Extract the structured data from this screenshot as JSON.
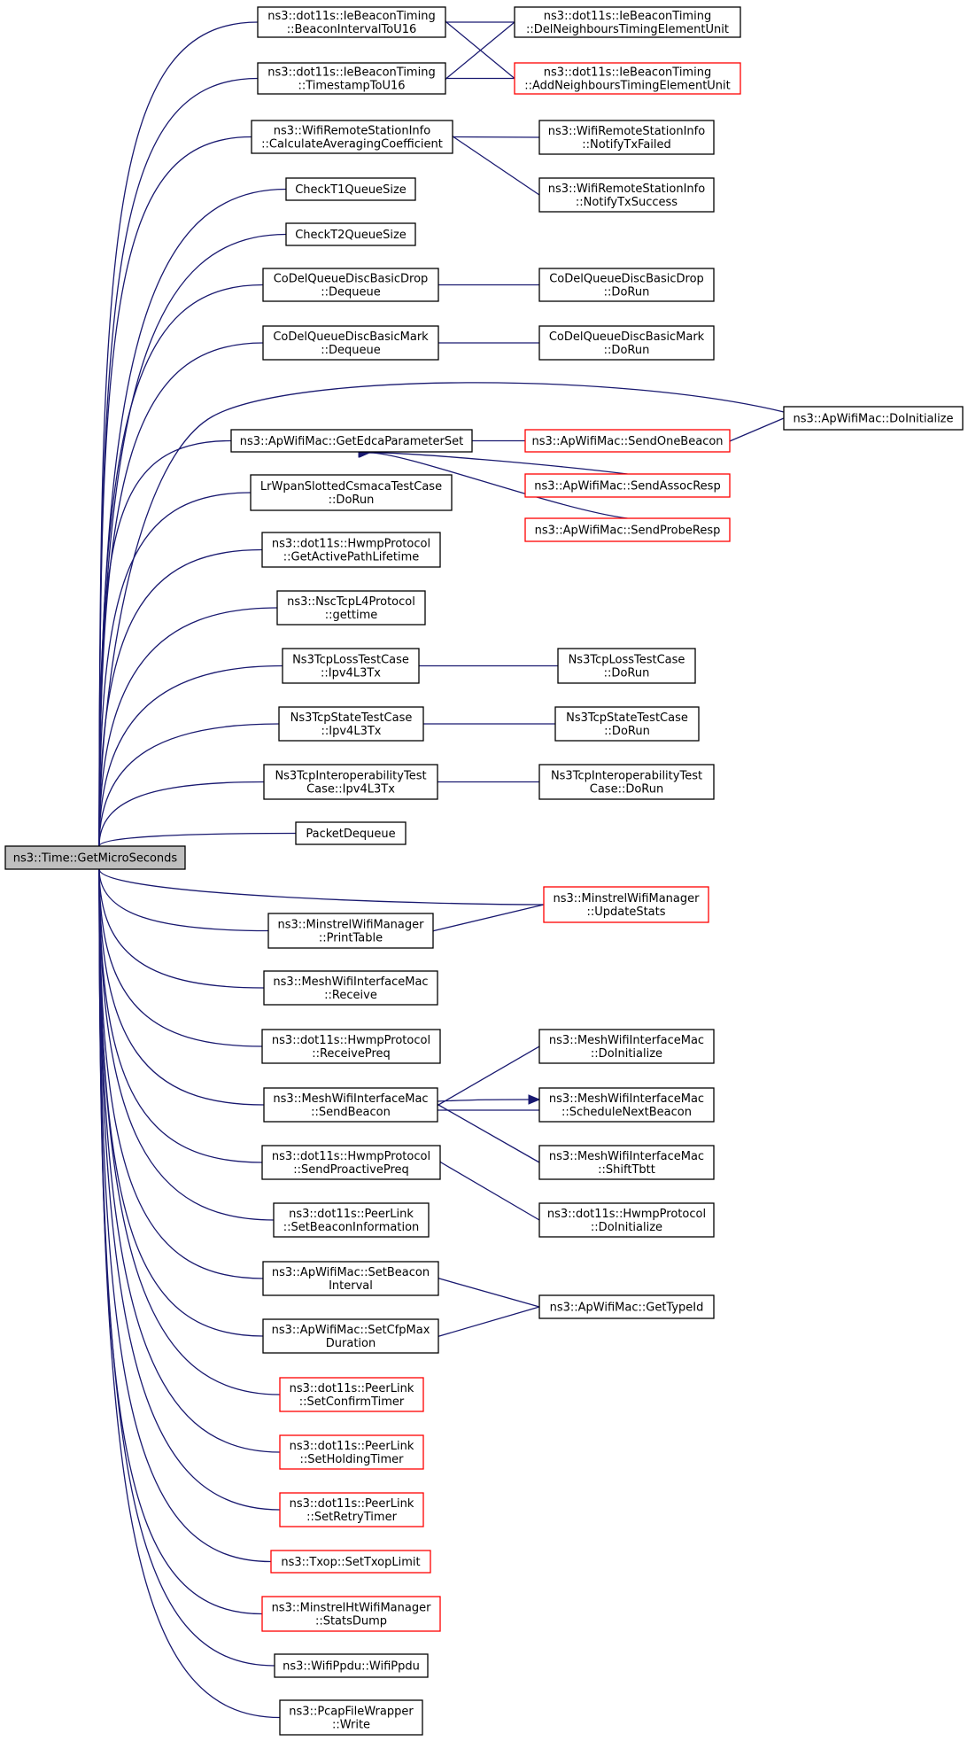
{
  "root": "ns3::Time::GetMicroSeconds",
  "nodes": [
    {
      "id": "root",
      "lines": [
        "ns3::Time::GetMicroSeconds"
      ],
      "style": "root"
    },
    {
      "id": "bitu16",
      "lines": [
        "ns3::dot11s::IeBeaconTiming",
        "::BeaconIntervalToU16"
      ],
      "style": "black"
    },
    {
      "id": "tsu16",
      "lines": [
        "ns3::dot11s::IeBeaconTiming",
        "::TimestampToU16"
      ],
      "style": "black"
    },
    {
      "id": "delneigh",
      "lines": [
        "ns3::dot11s::IeBeaconTiming",
        "::DelNeighboursTimingElementUnit"
      ],
      "style": "black"
    },
    {
      "id": "addneigh",
      "lines": [
        "ns3::dot11s::IeBeaconTiming",
        "::AddNeighboursTimingElementUnit"
      ],
      "style": "red"
    },
    {
      "id": "calcavg",
      "lines": [
        "ns3::WifiRemoteStationInfo",
        "::CalculateAveragingCoefficient"
      ],
      "style": "black"
    },
    {
      "id": "notifyfail",
      "lines": [
        "ns3::WifiRemoteStationInfo",
        "::NotifyTxFailed"
      ],
      "style": "black"
    },
    {
      "id": "notifysucc",
      "lines": [
        "ns3::WifiRemoteStationInfo",
        "::NotifyTxSuccess"
      ],
      "style": "black"
    },
    {
      "id": "checkt1",
      "lines": [
        "CheckT1QueueSize"
      ],
      "style": "black"
    },
    {
      "id": "checkt2",
      "lines": [
        "CheckT2QueueSize"
      ],
      "style": "black"
    },
    {
      "id": "codeldropdq",
      "lines": [
        "CoDelQueueDiscBasicDrop",
        "::Dequeue"
      ],
      "style": "black"
    },
    {
      "id": "codeldroprun",
      "lines": [
        "CoDelQueueDiscBasicDrop",
        "::DoRun"
      ],
      "style": "black"
    },
    {
      "id": "codelmarkdq",
      "lines": [
        "CoDelQueueDiscBasicMark",
        "::Dequeue"
      ],
      "style": "black"
    },
    {
      "id": "codelmarkrun",
      "lines": [
        "CoDelQueueDiscBasicMark",
        "::DoRun"
      ],
      "style": "black"
    },
    {
      "id": "apdoinit",
      "lines": [
        "ns3::ApWifiMac::DoInitialize"
      ],
      "style": "black"
    },
    {
      "id": "getedca",
      "lines": [
        "ns3::ApWifiMac::GetEdcaParameterSet"
      ],
      "style": "black"
    },
    {
      "id": "sendonebeacon",
      "lines": [
        "ns3::ApWifiMac::SendOneBeacon"
      ],
      "style": "red"
    },
    {
      "id": "sendassoc",
      "lines": [
        "ns3::ApWifiMac::SendAssocResp"
      ],
      "style": "red"
    },
    {
      "id": "sendprobe",
      "lines": [
        "ns3::ApWifiMac::SendProbeResp"
      ],
      "style": "red"
    },
    {
      "id": "lrwpan",
      "lines": [
        "LrWpanSlottedCsmacaTestCase",
        "::DoRun"
      ],
      "style": "black"
    },
    {
      "id": "hwmpgetactive",
      "lines": [
        "ns3::dot11s::HwmpProtocol",
        "::GetActivePathLifetime"
      ],
      "style": "black"
    },
    {
      "id": "nsctcp",
      "lines": [
        "ns3::NscTcpL4Protocol",
        "::gettime"
      ],
      "style": "black"
    },
    {
      "id": "losstx",
      "lines": [
        "Ns3TcpLossTestCase",
        "::Ipv4L3Tx"
      ],
      "style": "black"
    },
    {
      "id": "lossrun",
      "lines": [
        "Ns3TcpLossTestCase",
        "::DoRun"
      ],
      "style": "black"
    },
    {
      "id": "statetx",
      "lines": [
        "Ns3TcpStateTestCase",
        "::Ipv4L3Tx"
      ],
      "style": "black"
    },
    {
      "id": "staterun",
      "lines": [
        "Ns3TcpStateTestCase",
        "::DoRun"
      ],
      "style": "black"
    },
    {
      "id": "interoptx",
      "lines": [
        "Ns3TcpInteroperabilityTest",
        "Case::Ipv4L3Tx"
      ],
      "style": "black"
    },
    {
      "id": "interoprun",
      "lines": [
        "Ns3TcpInteroperabilityTest",
        "Case::DoRun"
      ],
      "style": "black"
    },
    {
      "id": "pktdq",
      "lines": [
        "PacketDequeue"
      ],
      "style": "black"
    },
    {
      "id": "minstrelupd",
      "lines": [
        "ns3::MinstrelWifiManager",
        "::UpdateStats"
      ],
      "style": "red"
    },
    {
      "id": "minstrelprint",
      "lines": [
        "ns3::MinstrelWifiManager",
        "::PrintTable"
      ],
      "style": "black"
    },
    {
      "id": "meshrecv",
      "lines": [
        "ns3::MeshWifiInterfaceMac",
        "::Receive"
      ],
      "style": "black"
    },
    {
      "id": "hwmprecvpreq",
      "lines": [
        "ns3::dot11s::HwmpProtocol",
        "::ReceivePreq"
      ],
      "style": "black"
    },
    {
      "id": "meshdoinit",
      "lines": [
        "ns3::MeshWifiInterfaceMac",
        "::DoInitialize"
      ],
      "style": "black"
    },
    {
      "id": "meshsendbeacon",
      "lines": [
        "ns3::MeshWifiInterfaceMac",
        "::SendBeacon"
      ],
      "style": "black"
    },
    {
      "id": "meshsched",
      "lines": [
        "ns3::MeshWifiInterfaceMac",
        "::ScheduleNextBeacon"
      ],
      "style": "black"
    },
    {
      "id": "meshshift",
      "lines": [
        "ns3::MeshWifiInterfaceMac",
        "::ShiftTbtt"
      ],
      "style": "black"
    },
    {
      "id": "hwmpsendproactive",
      "lines": [
        "ns3::dot11s::HwmpProtocol",
        "::SendProactivePreq"
      ],
      "style": "black"
    },
    {
      "id": "hwmpdoinit",
      "lines": [
        "ns3::dot11s::HwmpProtocol",
        "::DoInitialize"
      ],
      "style": "black"
    },
    {
      "id": "peersetbeacon",
      "lines": [
        "ns3::dot11s::PeerLink",
        "::SetBeaconInformation"
      ],
      "style": "black"
    },
    {
      "id": "apsetbeacon",
      "lines": [
        "ns3::ApWifiMac::SetBeacon",
        "Interval"
      ],
      "style": "black"
    },
    {
      "id": "apgettypeid",
      "lines": [
        "ns3::ApWifiMac::GetTypeId"
      ],
      "style": "black"
    },
    {
      "id": "apsetcfp",
      "lines": [
        "ns3::ApWifiMac::SetCfpMax",
        "Duration"
      ],
      "style": "black"
    },
    {
      "id": "peerconfirm",
      "lines": [
        "ns3::dot11s::PeerLink",
        "::SetConfirmTimer"
      ],
      "style": "red"
    },
    {
      "id": "peerholding",
      "lines": [
        "ns3::dot11s::PeerLink",
        "::SetHoldingTimer"
      ],
      "style": "red"
    },
    {
      "id": "peerretry",
      "lines": [
        "ns3::dot11s::PeerLink",
        "::SetRetryTimer"
      ],
      "style": "red"
    },
    {
      "id": "txoplimit",
      "lines": [
        "ns3::Txop::SetTxopLimit"
      ],
      "style": "red"
    },
    {
      "id": "minstrelht",
      "lines": [
        "ns3::MinstrelHtWifiManager",
        "::StatsDump"
      ],
      "style": "red"
    },
    {
      "id": "wifippdu",
      "lines": [
        "ns3::WifiPpdu::WifiPpdu"
      ],
      "style": "black"
    },
    {
      "id": "pcapwrite",
      "lines": [
        "ns3::PcapFileWrapper",
        "::Write"
      ],
      "style": "black"
    }
  ],
  "edges": [
    [
      "bitu16",
      "root"
    ],
    [
      "tsu16",
      "root"
    ],
    [
      "calcavg",
      "root"
    ],
    [
      "checkt1",
      "root"
    ],
    [
      "checkt2",
      "root"
    ],
    [
      "codeldropdq",
      "root"
    ],
    [
      "codelmarkdq",
      "root"
    ],
    [
      "apdoinit",
      "root"
    ],
    [
      "getedca",
      "root"
    ],
    [
      "lrwpan",
      "root"
    ],
    [
      "hwmpgetactive",
      "root"
    ],
    [
      "nsctcp",
      "root"
    ],
    [
      "losstx",
      "root"
    ],
    [
      "statetx",
      "root"
    ],
    [
      "interoptx",
      "root"
    ],
    [
      "pktdq",
      "root"
    ],
    [
      "minstrelupd",
      "root"
    ],
    [
      "minstrelprint",
      "root"
    ],
    [
      "meshrecv",
      "root"
    ],
    [
      "hwmprecvpreq",
      "root"
    ],
    [
      "meshsendbeacon",
      "root"
    ],
    [
      "hwmpsendproactive",
      "root"
    ],
    [
      "peersetbeacon",
      "root"
    ],
    [
      "apsetbeacon",
      "root"
    ],
    [
      "apsetcfp",
      "root"
    ],
    [
      "peerconfirm",
      "root"
    ],
    [
      "peerholding",
      "root"
    ],
    [
      "peerretry",
      "root"
    ],
    [
      "txoplimit",
      "root"
    ],
    [
      "minstrelht",
      "root"
    ],
    [
      "wifippdu",
      "root"
    ],
    [
      "pcapwrite",
      "root"
    ],
    [
      "delneigh",
      "bitu16"
    ],
    [
      "addneigh",
      "bitu16"
    ],
    [
      "delneigh",
      "tsu16"
    ],
    [
      "addneigh",
      "tsu16"
    ],
    [
      "notifyfail",
      "calcavg"
    ],
    [
      "notifysucc",
      "calcavg"
    ],
    [
      "codeldroprun",
      "codeldropdq"
    ],
    [
      "codelmarkrun",
      "codelmarkdq"
    ],
    [
      "sendonebeacon",
      "getedca"
    ],
    [
      "sendassoc",
      "getedca"
    ],
    [
      "sendprobe",
      "getedca"
    ],
    [
      "apdoinit",
      "sendonebeacon"
    ],
    [
      "lossrun",
      "losstx"
    ],
    [
      "staterun",
      "statetx"
    ],
    [
      "interoprun",
      "interoptx"
    ],
    [
      "minstrelupd",
      "minstrelprint"
    ],
    [
      "meshdoinit",
      "meshsendbeacon"
    ],
    [
      "meshsched",
      "meshsendbeacon"
    ],
    [
      "meshsendbeacon",
      "meshsched"
    ],
    [
      "meshshift",
      "meshsendbeacon"
    ],
    [
      "hwmpdoinit",
      "hwmpsendproactive"
    ],
    [
      "apgettypeid",
      "apsetbeacon"
    ],
    [
      "apgettypeid",
      "apsetcfp"
    ]
  ],
  "colors": {
    "edge": "#191970",
    "box_stroke": "#000000",
    "box_stroke_red": "#ff0000",
    "root_fill": "#bfbfbf"
  }
}
